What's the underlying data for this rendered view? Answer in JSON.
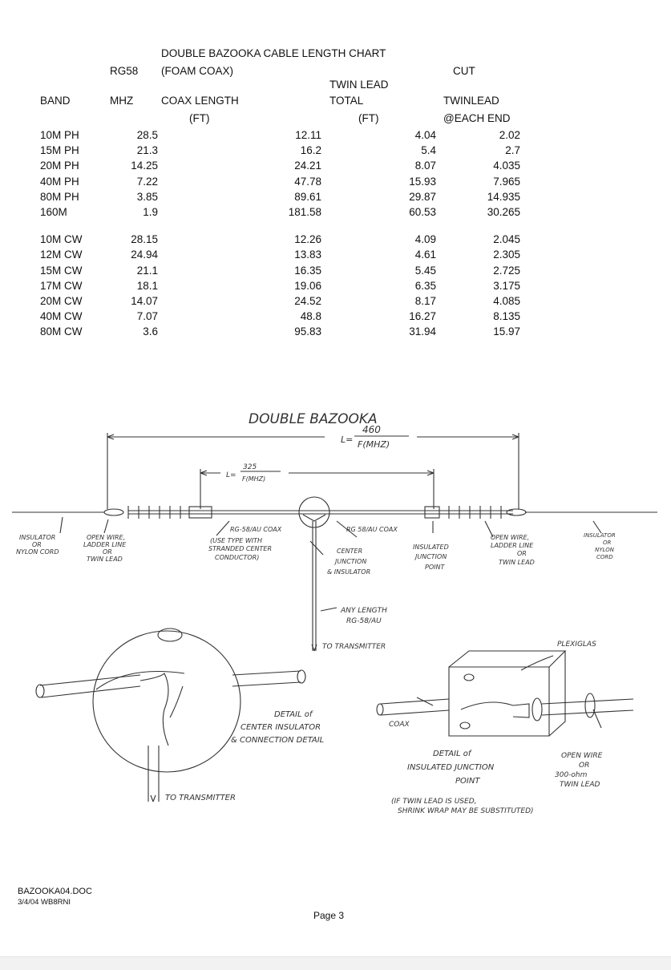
{
  "chart": {
    "title": "DOUBLE BAZOOKA CABLE LENGTH CHART",
    "headers": {
      "rg58": "RG58",
      "foam": "(FOAM COAX)",
      "twinlead": "TWIN LEAD",
      "cut": "CUT",
      "band": "BAND",
      "mhz": "MHZ",
      "coax_length": "COAX LENGTH",
      "total": "TOTAL",
      "twinlead2": "TWINLEAD",
      "ft1": "(FT)",
      "ft2": "(FT)",
      "each_end": "@EACH END"
    },
    "rows": [
      {
        "band": "10M PH",
        "mhz": "28.5",
        "coax": "12.11",
        "total": "4.04",
        "each": "2.02"
      },
      {
        "band": "15M PH",
        "mhz": "21.3",
        "coax": "16.2",
        "total": "5.4",
        "each": "2.7"
      },
      {
        "band": "20M PH",
        "mhz": "14.25",
        "coax": "24.21",
        "total": "8.07",
        "each": "4.035"
      },
      {
        "band": "40M PH",
        "mhz": "7.22",
        "coax": "47.78",
        "total": "15.93",
        "each": "7.965"
      },
      {
        "band": "80M PH",
        "mhz": "3.85",
        "coax": "89.61",
        "total": "29.87",
        "each": "14.935"
      },
      {
        "band": "160M",
        "mhz": "1.9",
        "coax": "181.58",
        "total": "60.53",
        "each": "30.265"
      },
      {
        "band": "10M CW",
        "mhz": "28.15",
        "coax": "12.26",
        "total": "4.09",
        "each": "2.045"
      },
      {
        "band": "12M CW",
        "mhz": "24.94",
        "coax": "13.83",
        "total": "4.61",
        "each": "2.305"
      },
      {
        "band": "15M CW",
        "mhz": "21.1",
        "coax": "16.35",
        "total": "5.45",
        "each": "2.725"
      },
      {
        "band": "17M CW",
        "mhz": "18.1",
        "coax": "19.06",
        "total": "6.35",
        "each": "3.175"
      },
      {
        "band": "20M CW",
        "mhz": "14.07",
        "coax": "24.52",
        "total": "8.17",
        "each": "4.085"
      },
      {
        "band": "40M CW",
        "mhz": "7.07",
        "coax": "48.8",
        "total": "16.27",
        "each": "8.135"
      },
      {
        "band": "80M CW",
        "mhz": "3.6",
        "coax": "95.83",
        "total": "31.94",
        "each": "15.97"
      }
    ]
  },
  "diagram": {
    "title": "DOUBLE BAZOOKA",
    "l460_prefix": "L=",
    "l460_num": "460",
    "l460_den": "F(MHZ)",
    "l325_prefix": "L=",
    "l325_num": "325",
    "l325_den": "F(MHZ)",
    "insulator_left": [
      "INSULATOR",
      "OR",
      "NYLON CORD"
    ],
    "open_wire_left": [
      "OPEN WIRE,",
      "LADDER LINE",
      "OR",
      "TWIN LEAD"
    ],
    "rg58_left": "RG-58/AU COAX",
    "use_type": [
      "(USE TYPE WITH",
      "STRANDED CENTER",
      "CONDUCTOR)"
    ],
    "rg58_right": "RG 58/AU COAX",
    "center_junction": [
      "CENTER",
      "JUNCTION",
      "& INSULATOR"
    ],
    "insulated_junction": [
      "INSULATED",
      "JUNCTION",
      "POINT"
    ],
    "open_wire_right": [
      "OPEN WIRE,",
      "LADDER LINE",
      "OR",
      "TWIN LEAD"
    ],
    "insulator_right": [
      "INSULATOR",
      "OR",
      "NYLON",
      "CORD"
    ],
    "any_length": [
      "ANY LENGTH",
      "RG-58/AU"
    ],
    "to_transmitter_1": "TO TRANSMITTER",
    "plexiglas": "PLEXIGLAS",
    "detail_center": [
      "DETAIL of",
      "CENTER INSULATOR",
      "& CONNECTION DETAIL"
    ],
    "coax": "COAX",
    "detail_junction": [
      "DETAIL of",
      "INSULATED JUNCTION",
      "POINT"
    ],
    "open_wire_300": [
      "OPEN WIRE",
      "OR",
      "300-ohm",
      "TWIN LEAD"
    ],
    "shrink_note": [
      "(IF TWIN LEAD IS USED,",
      "SHRINK WRAP MAY BE SUBSTITUTED)"
    ],
    "to_transmitter_2": "TO TRANSMITTER"
  },
  "footer": {
    "filename": "BAZOOKA04.DOC",
    "date_call": "3/4/04  WB8RNI",
    "page": "Page 3"
  }
}
